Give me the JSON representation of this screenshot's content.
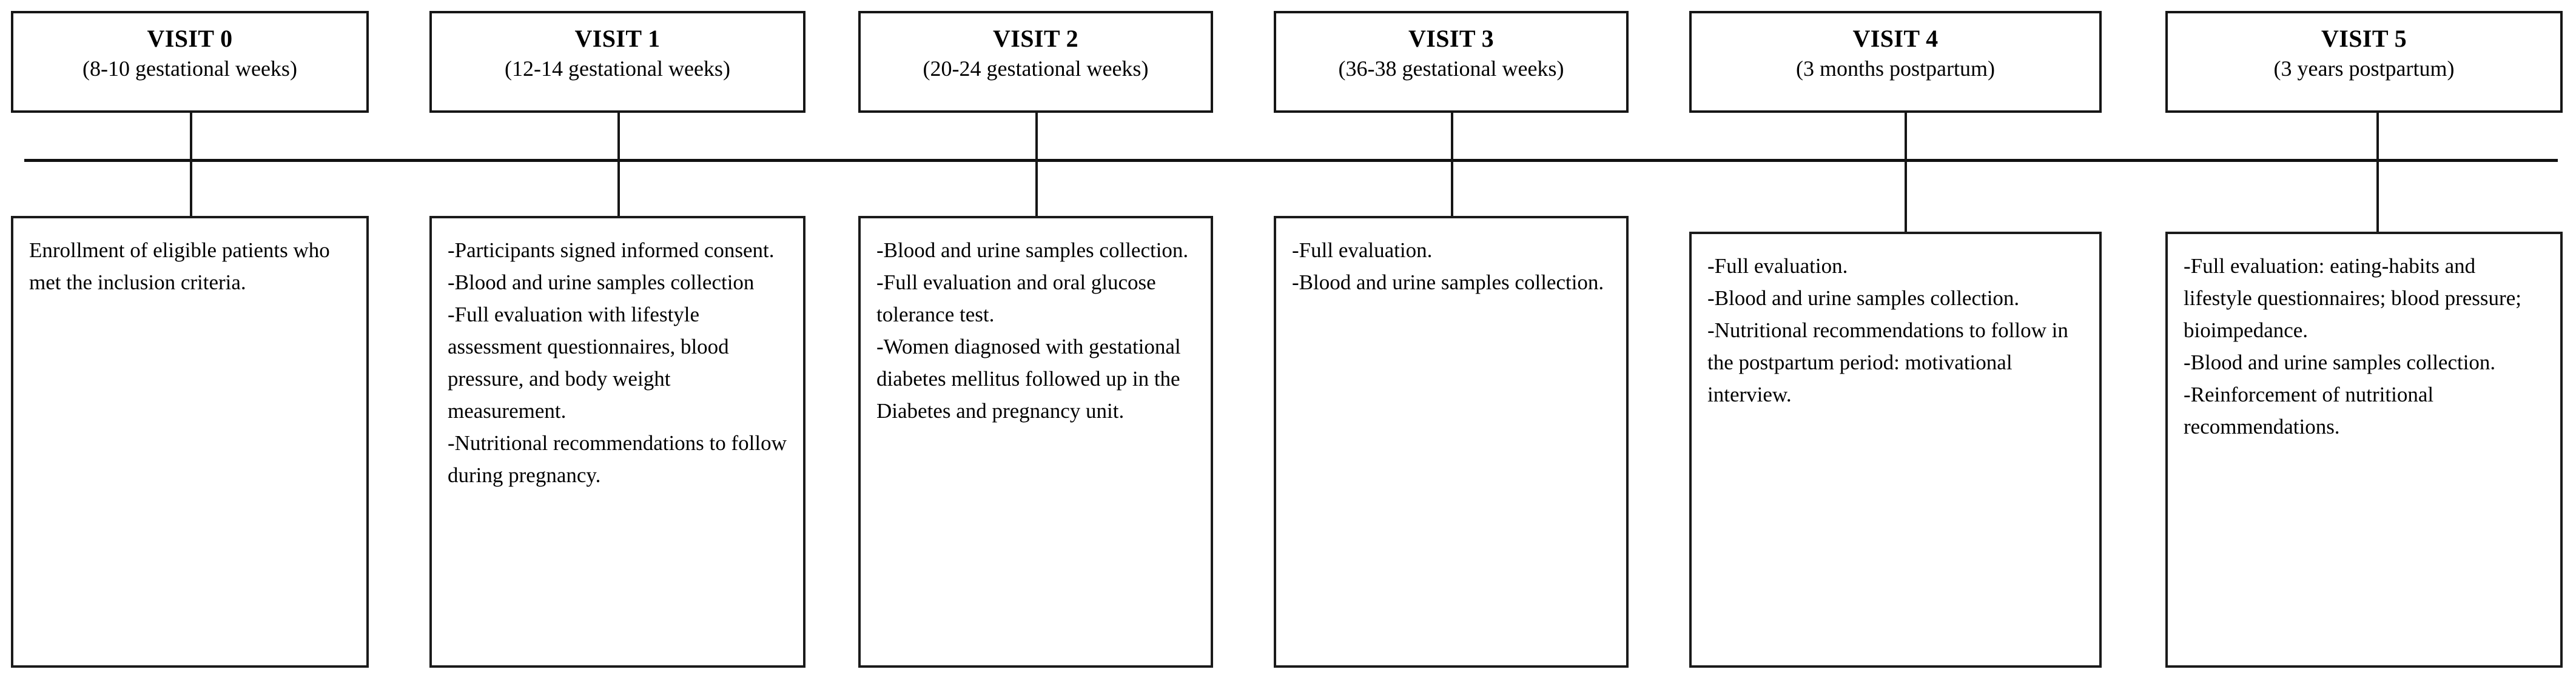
{
  "diagram": {
    "type": "study-visit-timeline",
    "orientation": "horizontal",
    "axis_label": "timeline-axis",
    "visit_count": 6
  },
  "visits": [
    {
      "id": "visit-0",
      "title": "VISIT 0",
      "subtitle": "(8-10 gestational weeks)",
      "details": "Enrollment of eligible patients who met the inclusion criteria."
    },
    {
      "id": "visit-1",
      "title": "VISIT 1",
      "subtitle": "(12-14 gestational weeks)",
      "details": "-Participants signed informed consent.\n-Blood and urine samples collection\n-Full evaluation with lifestyle assessment questionnaires, blood pressure, and body weight measurement.\n-Nutritional recommendations to follow during pregnancy."
    },
    {
      "id": "visit-2",
      "title": "VISIT 2",
      "subtitle": "(20-24 gestational weeks)",
      "details": "-Blood and urine samples collection.\n-Full evaluation and oral glucose tolerance test.\n-Women diagnosed with gestational diabetes mellitus followed up in the Diabetes and pregnancy unit."
    },
    {
      "id": "visit-3",
      "title": "VISIT 3",
      "subtitle": "(36-38 gestational weeks)",
      "details": "-Full evaluation.\n-Blood and urine samples collection."
    },
    {
      "id": "visit-4",
      "title": "VISIT 4",
      "subtitle": "(3 months postpartum)",
      "details": "-Full evaluation.\n-Blood and urine samples collection.\n-Nutritional recommendations to follow in the postpartum period: motivational interview."
    },
    {
      "id": "visit-5",
      "title": "VISIT 5",
      "subtitle": "(3 years postpartum)",
      "details": "-Full evaluation: eating-habits and lifestyle questionnaires; blood pressure; bioimpedance.\n-Blood and urine samples collection.\n-Reinforcement of nutritional recommendations."
    }
  ],
  "colors": {
    "stroke": "#161616",
    "background": "#ffffff",
    "text": "#000000"
  }
}
